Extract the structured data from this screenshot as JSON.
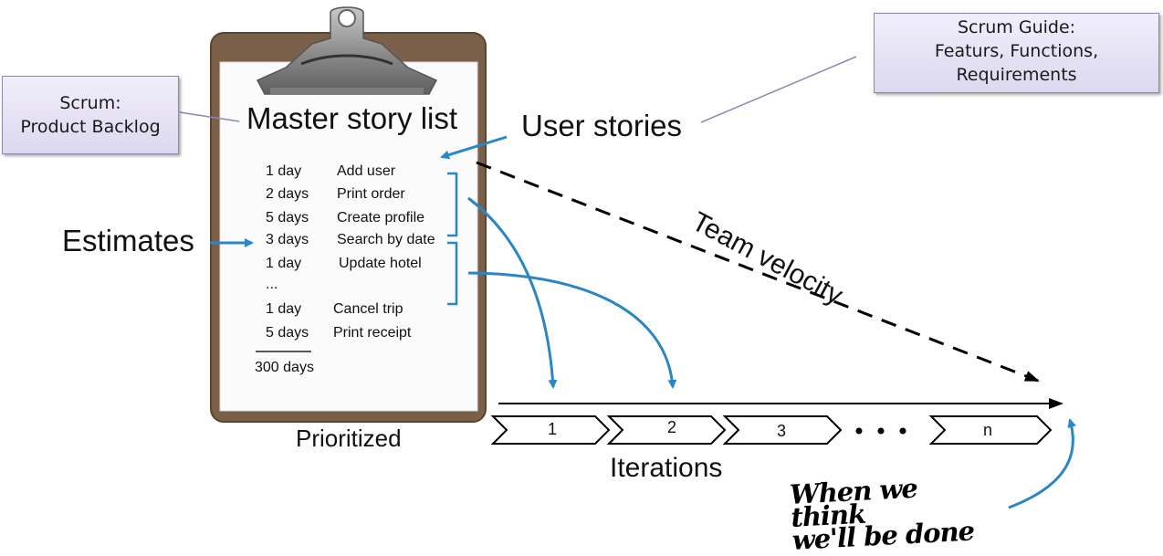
{
  "callouts": {
    "product_backlog": {
      "line1": "Scrum:",
      "line2": "Product Backlog"
    },
    "scrum_guide": {
      "line1": "Scrum Guide:",
      "line2": "Featurs, Functions,",
      "line3": "Requirements"
    }
  },
  "clipboard": {
    "title": "Master story list",
    "stories": [
      {
        "estimate": "1 day",
        "name": "Add user"
      },
      {
        "estimate": "2 days",
        "name": "Print order"
      },
      {
        "estimate": "5 days",
        "name": "Create profile"
      },
      {
        "estimate": "3 days",
        "name": "Search by date"
      },
      {
        "estimate": "1 day",
        "name": "Update hotel"
      },
      {
        "estimate": "...",
        "name": ""
      },
      {
        "estimate": "1 day",
        "name": "Cancel trip"
      },
      {
        "estimate": "5 days",
        "name": "Print receipt"
      }
    ],
    "total": "300 days",
    "caption": "Prioritized"
  },
  "labels": {
    "user_stories": "User stories",
    "estimates": "Estimates",
    "team_velocity": "Team velocity",
    "iterations": "Iterations",
    "done_line1": "When we think",
    "done_line2": "we'll be done"
  },
  "iterations": [
    "1",
    "2",
    "3",
    "n"
  ],
  "colors": {
    "arrow_blue": "#2a86c4",
    "callout_fill": "#e6e2f4",
    "callout_border": "#8e86b4",
    "board_brown": "#7a6048"
  }
}
